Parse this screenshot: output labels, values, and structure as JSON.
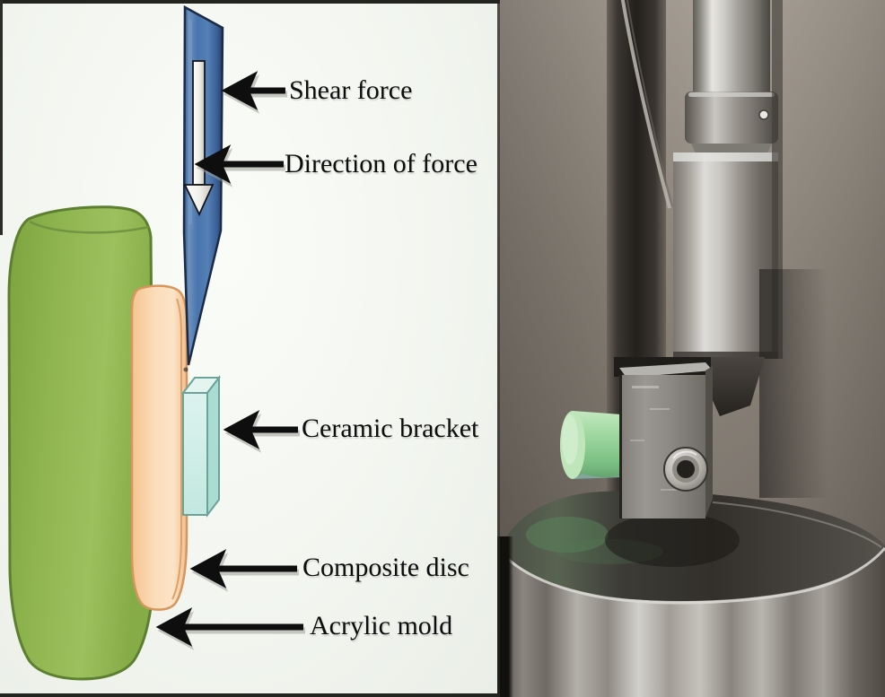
{
  "diagram": {
    "labels": {
      "shear_force": "Shear force",
      "direction_of_force": "Direction of force",
      "ceramic_bracket": "Ceramic bracket",
      "composite_disc": "Composite disc",
      "acrylic_mold": "Acrylic mold"
    },
    "colors": {
      "blade_blue": "#4a74ad",
      "acrylic_mold_green": "#8fb551",
      "composite_disc_orange": "#f9d5ab",
      "ceramic_bracket_cyan": "#cdeee6",
      "arrow_black": "#0e0e0e",
      "label_text": "#0d0d0d",
      "panel_background": "#f4f7f2"
    }
  },
  "photo": {
    "elements": [
      "loading-rod",
      "coupling-collar",
      "piston-cylinder",
      "chisel-blade",
      "specimen-block",
      "socket-screw",
      "green-specimen-cylinder",
      "circular-platform"
    ],
    "colors": {
      "wall_taupe": "#8c847a",
      "metal_silver": "#c9c7c2",
      "specimen_green": "#8fd396",
      "shadow_dark": "#23201d"
    }
  }
}
